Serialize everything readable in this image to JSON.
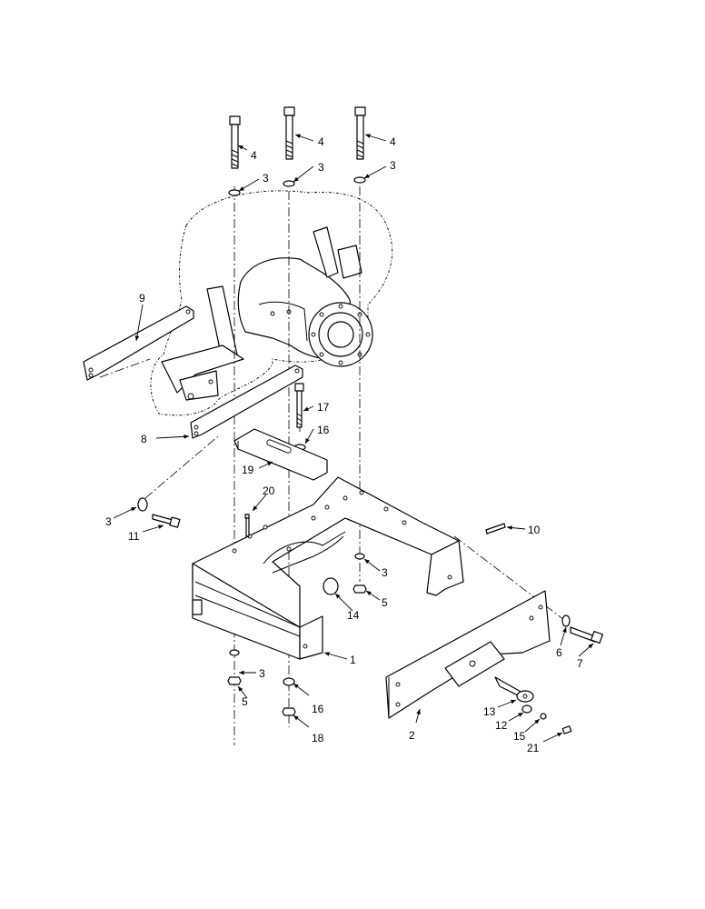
{
  "callouts": [
    {
      "id": "c4a",
      "text": "4"
    },
    {
      "id": "c4b",
      "text": "4"
    },
    {
      "id": "c4c",
      "text": "4"
    },
    {
      "id": "c3a",
      "text": "3"
    },
    {
      "id": "c3b",
      "text": "3"
    },
    {
      "id": "c3c",
      "text": "3"
    },
    {
      "id": "c9",
      "text": "9"
    },
    {
      "id": "c17",
      "text": "17"
    },
    {
      "id": "c16a",
      "text": "16"
    },
    {
      "id": "c8",
      "text": "8"
    },
    {
      "id": "c19",
      "text": "19"
    },
    {
      "id": "c20",
      "text": "20"
    },
    {
      "id": "c3d",
      "text": "3"
    },
    {
      "id": "c11",
      "text": "11"
    },
    {
      "id": "c10",
      "text": "10"
    },
    {
      "id": "c3e",
      "text": "3"
    },
    {
      "id": "c5a",
      "text": "5"
    },
    {
      "id": "c14",
      "text": "14"
    },
    {
      "id": "c1",
      "text": "1"
    },
    {
      "id": "c6",
      "text": "6"
    },
    {
      "id": "c7",
      "text": "7"
    },
    {
      "id": "c3f",
      "text": "3"
    },
    {
      "id": "c16b",
      "text": "16"
    },
    {
      "id": "c5b",
      "text": "5"
    },
    {
      "id": "c18",
      "text": "18"
    },
    {
      "id": "c13",
      "text": "13"
    },
    {
      "id": "c12",
      "text": "12"
    },
    {
      "id": "c2",
      "text": "2"
    },
    {
      "id": "c15",
      "text": "15"
    },
    {
      "id": "c21",
      "text": "21"
    }
  ]
}
